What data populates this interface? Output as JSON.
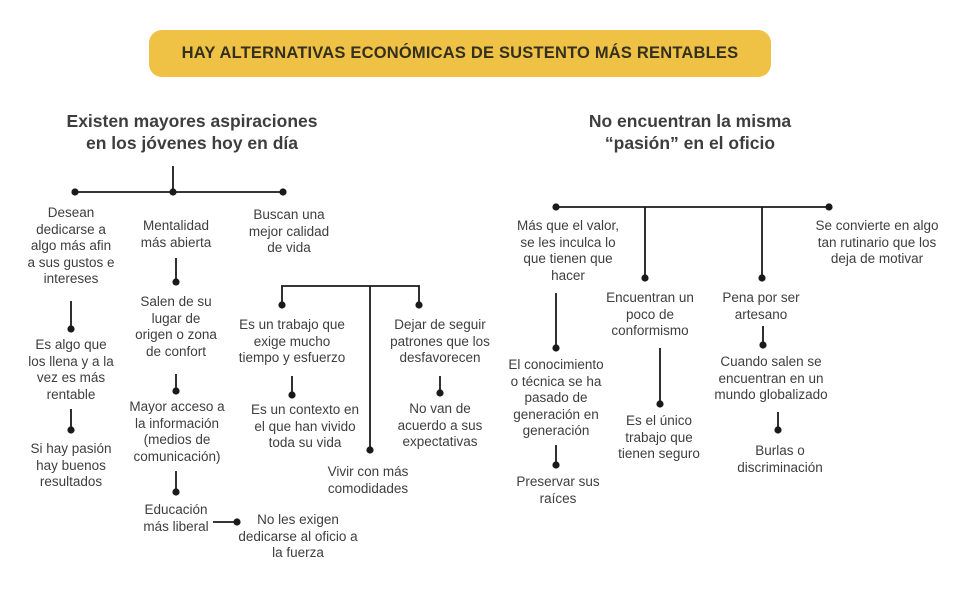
{
  "banner": {
    "label": "HAY ALTERNATIVAS ECONÓMICAS DE SUSTENTO MÁS RENTABLES"
  },
  "colors": {
    "background": "#FFFFFF",
    "banner_bg": "#EFC144",
    "banner_text": "#33301F",
    "text": "#3E3E3E",
    "line": "#1A1A1A"
  },
  "left_tree": {
    "heading": "Existen mayores aspiraciones\nen los jóvenes hoy en día",
    "aspirations": {
      "n1": "Desean\ndedicarse a\nalgo más afin\na sus gustos e\nintereses",
      "n2": "Es algo que\nlos llena y a la\nvez es más\nrentable",
      "n3": "Si hay pasión\nhay buenos\nresultados"
    },
    "mentality": {
      "n1": "Mentalidad\nmás abierta",
      "n2": "Salen de su\nlugar de\norigen o zona\nde confort",
      "n3": "Mayor acceso a\nla información\n(medios de\ncomunicación)",
      "n4": "Educación\nmás liberal",
      "n5": "No les exigen\ndedicarse al oficio a\nla fuerza"
    },
    "quality": {
      "n1": "Buscan una\nmejor calidad\nde vida",
      "work": {
        "n1": "Es un trabajo que\nexige mucho\ntiempo y esfuerzo",
        "n2": "Es un contexto en\nel que han vivido\ntoda su vida"
      },
      "comfort": {
        "n1": "Vivir con más\ncomodidades"
      },
      "patterns": {
        "n1": "Dejar de seguir\npatrones que los\ndesfavorecen",
        "n2": "No van de\nacuerdo a sus\nexpectativas"
      }
    }
  },
  "right_tree": {
    "heading": "No encuentran la misma\n“pasión” en el oficio",
    "inculcation": {
      "n1": "Más que el valor,\nse les inculca lo\nque tienen que\nhacer",
      "n2": "El conocimiento\no técnica se ha\npasado de\ngeneración en\ngeneración",
      "n3": "Preservar sus\nraíces"
    },
    "conformism": {
      "n1": "Encuentran un\npoco de\nconformismo",
      "n2": "Es el único\ntrabajo que\ntienen seguro"
    },
    "shame": {
      "n1": "Pena por ser\nartesano",
      "n2": "Cuando salen se\nencuentran en un\nmundo globalizado",
      "n3": "Burlas o\ndiscriminación"
    },
    "routine": {
      "n1": "Se convierte en algo\ntan rutinario que los\ndeja de motivar"
    }
  }
}
